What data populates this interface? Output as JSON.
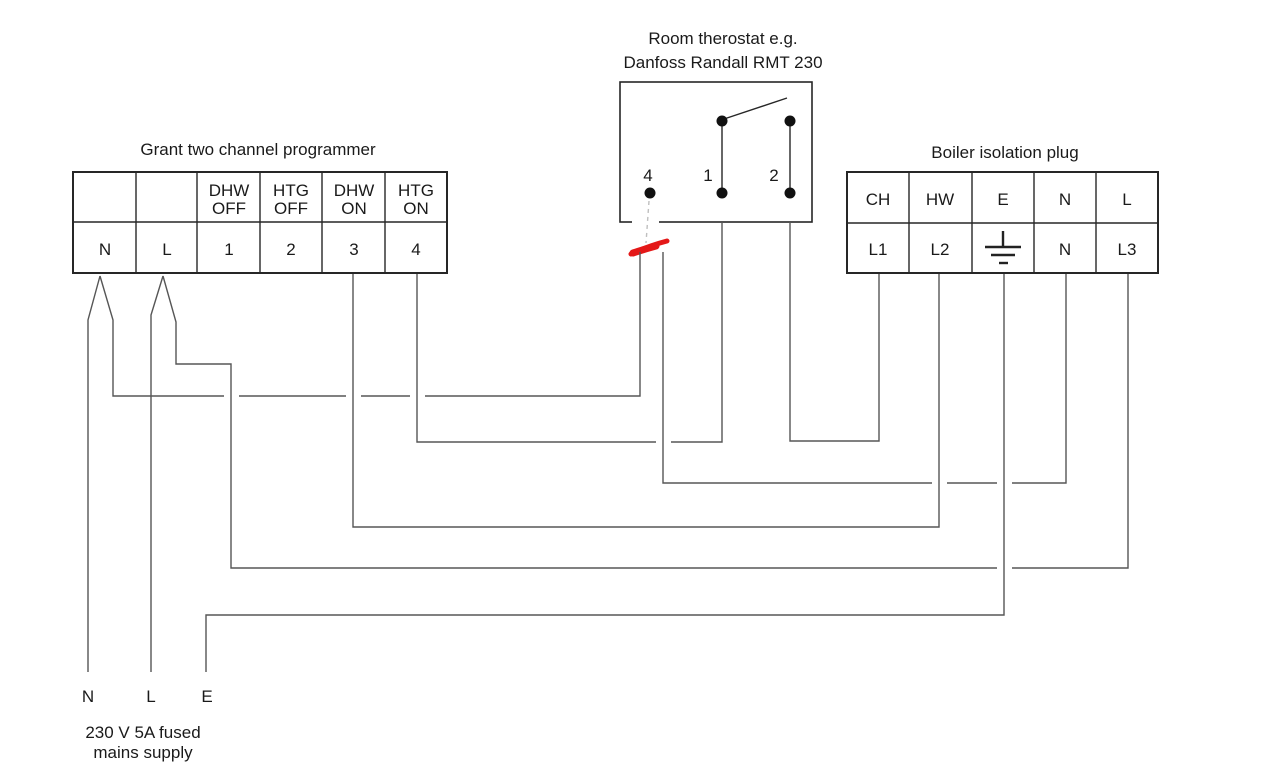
{
  "programmer": {
    "title": "Grant two channel programmer",
    "headers_top": [
      "",
      "",
      "DHW",
      "HTG",
      "DHW",
      "HTG"
    ],
    "headers_bottom": [
      "",
      "",
      "OFF",
      "OFF",
      "ON",
      "ON"
    ],
    "terminals": [
      "N",
      "L",
      "1",
      "2",
      "3",
      "4"
    ]
  },
  "thermostat": {
    "title_line1": "Room therostat e.g.",
    "title_line2": "Danfoss Randall RMT 230",
    "terminal_labels": [
      "4",
      "1",
      "2"
    ]
  },
  "boiler": {
    "title": "Boiler isolation plug",
    "row_top": [
      "CH",
      "HW",
      "E",
      "N",
      "L"
    ],
    "row_bottom": [
      "L1",
      "L2",
      "",
      "N",
      "L3"
    ],
    "earth_symbol": "earth-ground-symbol"
  },
  "mains": {
    "labels": [
      "N",
      "L",
      "E"
    ],
    "caption_line1": "230 V 5A fused",
    "caption_line2": "mains supply"
  },
  "connections": [
    "programmer N arrow - mains N",
    "programmer N arrow - room thermostat terminal 4 (via red-marked link)",
    "programmer L arrow - mains L",
    "programmer L arrow - boiler isolation plug L3",
    "mains E - boiler isolation plug E (earth)",
    "programmer 3 DHW ON - boiler isolation plug L2 (HW)",
    "programmer 4 HTG ON - room thermostat terminal 1",
    "room thermostat terminal 2 - boiler isolation plug L1 (CH)",
    "room thermostat terminal 4 (red-marked link) - boiler isolation plug N"
  ],
  "colors": {
    "background": "#ffffff",
    "box_outline": "#262626",
    "wire": "#565656",
    "text": "#1a1a1a",
    "annotation_red": "#e41818"
  }
}
